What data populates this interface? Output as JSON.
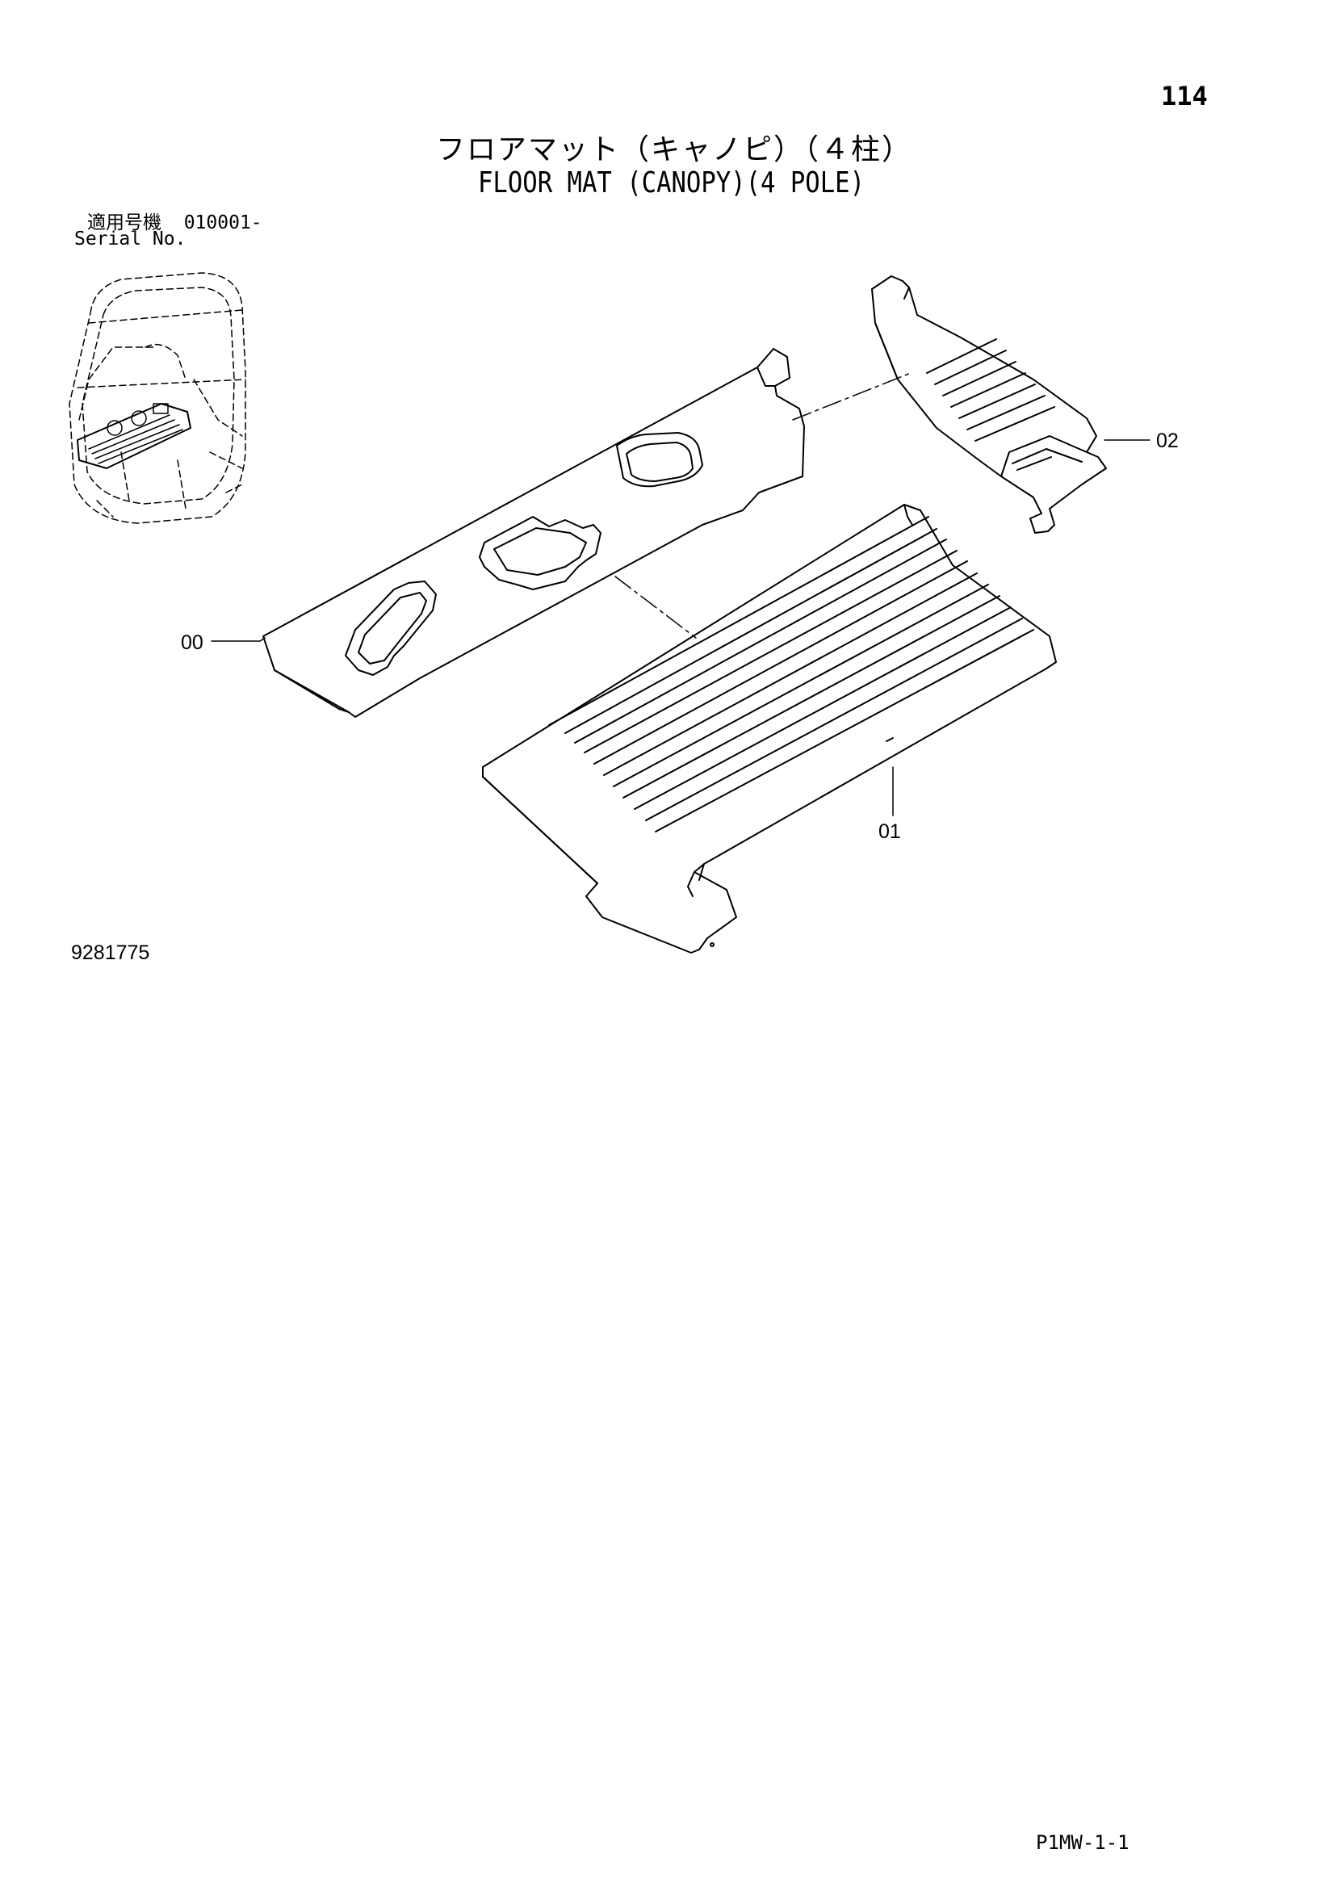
{
  "header": {
    "page_number": "114",
    "title_jp": "フロアマット（キャノピ）（４柱）",
    "title_en": "FLOOR MAT (CANOPY)(4 POLE)"
  },
  "serial": {
    "label_jp": "適用号機",
    "number": "010001-",
    "label_en": "Serial No."
  },
  "callouts": {
    "part_00": "00",
    "part_01": "01",
    "part_02": "02"
  },
  "footer": {
    "drawing_number": "9281775",
    "page_code": "P1MW-1-1"
  }
}
